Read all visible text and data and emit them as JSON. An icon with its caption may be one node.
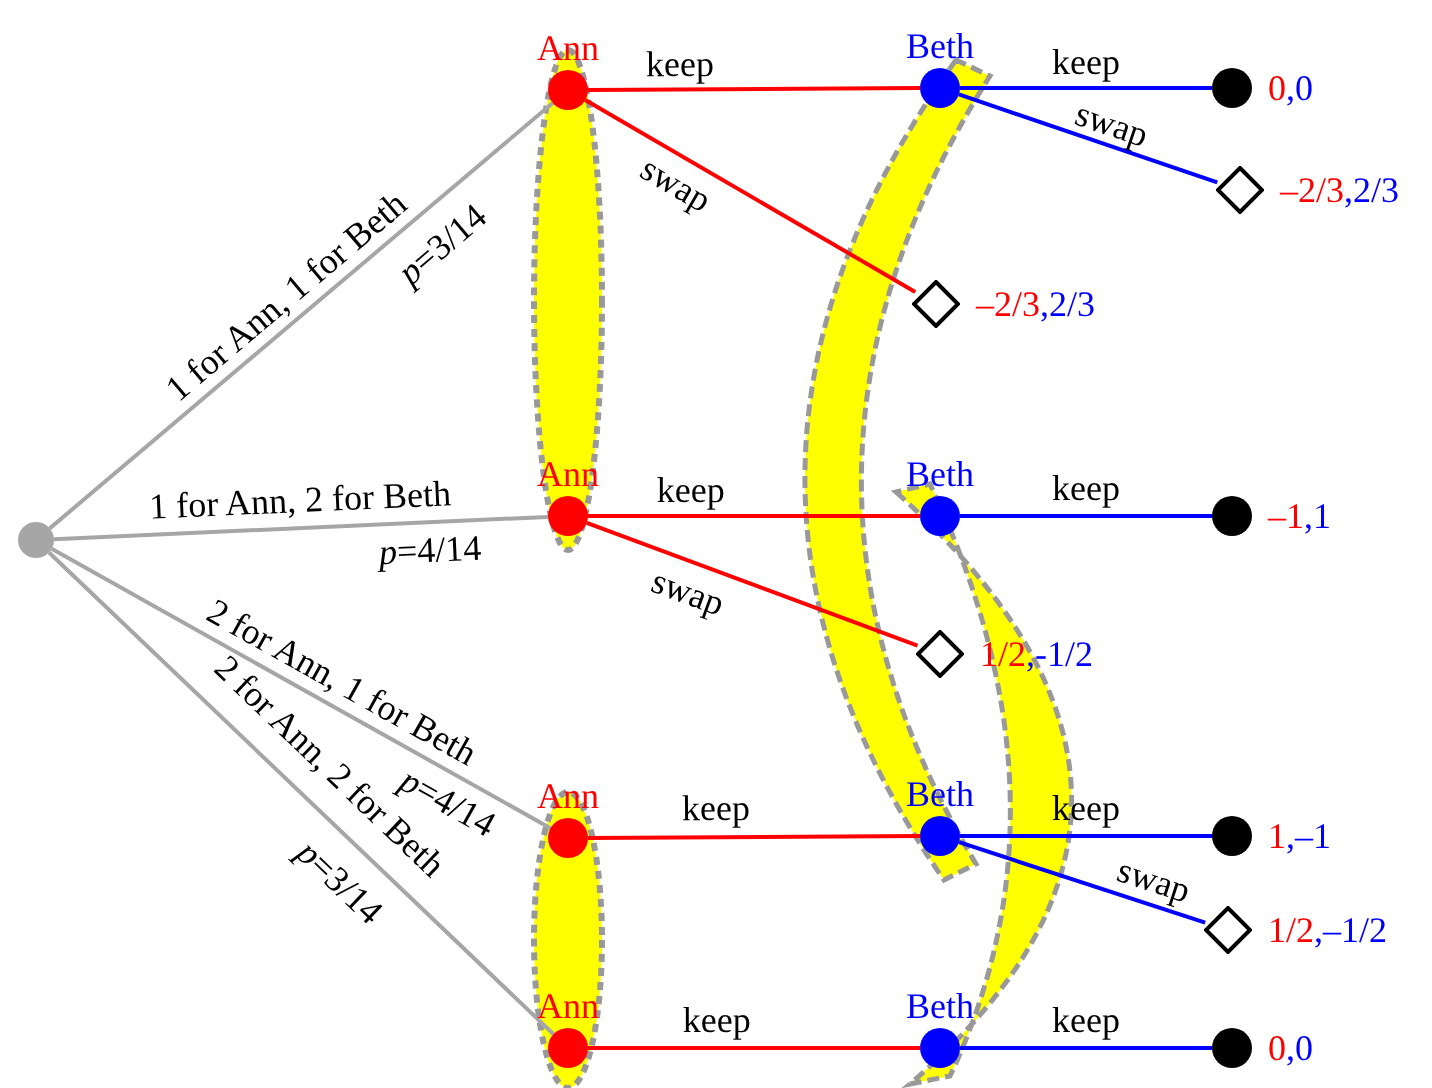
{
  "diagram": {
    "nodes": [
      {
        "text": [],
        "shape": "circle"
      },
      {
        "text": [
          "Ann"
        ]
      },
      {
        "text": [
          "Ann"
        ]
      },
      {
        "text": [
          "Ann"
        ]
      },
      {
        "text": [
          "Ann"
        ]
      },
      {
        "text": [
          "Beth"
        ]
      },
      {
        "text": [],
        "shape": "diamond",
        "beside": [
          "–2/3",
          ",2/3"
        ]
      },
      {
        "text": [
          "Beth"
        ]
      },
      {
        "text": [],
        "shape": "diamond",
        "beside": [
          "1/2",
          ",-1/2"
        ]
      },
      {
        "text": [
          "Beth"
        ]
      },
      {
        "text": [
          "Beth"
        ]
      },
      {
        "text": [],
        "shape": "circle",
        "beside": [
          "0",
          ",0"
        ]
      },
      {
        "text": [],
        "shape": "diamond",
        "beside": [
          "–2/3",
          ",2/3"
        ]
      },
      {
        "text": [],
        "shape": "circle",
        "beside": [
          "–1",
          ",1"
        ]
      },
      {
        "text": [],
        "shape": "circle",
        "beside": [
          "1",
          ",–1"
        ]
      },
      {
        "text": [],
        "shape": "diamond",
        "beside": [
          "1/2",
          ",–1/2"
        ]
      },
      {
        "text": [],
        "shape": "circle",
        "beside": [
          "0",
          ",0"
        ]
      }
    ],
    "edges": [
      {
        "from": 0,
        "to": 1,
        "arrow": "none",
        "label": "1 for Ann, 1 for Beth",
        "color": "#a6a6a6"
      },
      {
        "from": 0,
        "to": 2,
        "arrow": "none",
        "label": "1 for Ann, 2 for Beth",
        "color": "#a6a6a6"
      },
      {
        "from": 0,
        "to": 3,
        "arrow": "none",
        "label": "2 for Ann, 1 for Beth",
        "color": "#a6a6a6"
      },
      {
        "from": 0,
        "to": 4,
        "arrow": "none",
        "label": "2 for Ann, 2 for Beth",
        "color": "#a6a6a6"
      },
      {
        "from": 1,
        "to": 5,
        "arrow": "none",
        "label": "keep",
        "color": "#ff0000"
      },
      {
        "from": 1,
        "to": 6,
        "arrow": "none",
        "label": "swap",
        "color": "#ff0000"
      },
      {
        "from": 2,
        "to": 7,
        "arrow": "none",
        "label": "keep",
        "color": "#ff0000"
      },
      {
        "from": 2,
        "to": 8,
        "arrow": "none",
        "label": "swap",
        "color": "#ff0000"
      },
      {
        "from": 3,
        "to": 9,
        "arrow": "none",
        "label": "keep",
        "color": "#ff0000"
      },
      {
        "from": 4,
        "to": 10,
        "arrow": "none",
        "label": "keep",
        "color": "#ff0000"
      },
      {
        "from": 5,
        "to": 11,
        "arrow": "none",
        "label": "keep",
        "color": "#0000ff"
      },
      {
        "from": 5,
        "to": 12,
        "arrow": "none",
        "label": "swap",
        "color": "#0000ff"
      },
      {
        "from": 7,
        "to": 13,
        "arrow": "none",
        "label": "keep",
        "color": "#0000ff"
      },
      {
        "from": 9,
        "to": 14,
        "arrow": "none",
        "label": "keep",
        "color": "#0000ff"
      },
      {
        "from": 9,
        "to": 15,
        "arrow": "none",
        "label": "swap",
        "color": "#0000ff"
      },
      {
        "from": 10,
        "to": 16,
        "arrow": "none",
        "label": "keep",
        "color": "#0000ff"
      }
    ],
    "labels": [
      "*p*=3/14",
      "*p*=4/14",
      "*p*=4/14",
      "*p*=3/14"
    ]
  }
}
